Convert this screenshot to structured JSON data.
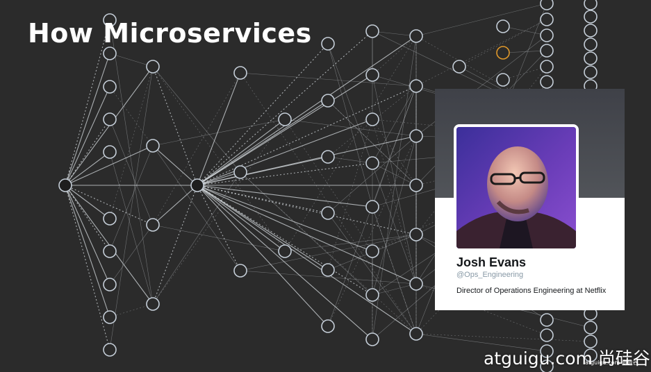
{
  "slide": {
    "title": "How Microservices"
  },
  "profile": {
    "name": "Josh Evans",
    "handle": "@Ops_Engineering",
    "bio": "Director of Operations Engineering at Netflix"
  },
  "watermark": {
    "text": "atguigu.com 尚硅谷",
    "small_text": "atguigu.com 尚硅谷"
  },
  "colors": {
    "background": "#2b2b2b",
    "node_stroke": "#c5ced8",
    "edge": "#d8dde2",
    "highlight_node": "#e0982a",
    "card_background": "#ffffff",
    "name_text": "#14171a",
    "handle_text": "#8899a6"
  }
}
